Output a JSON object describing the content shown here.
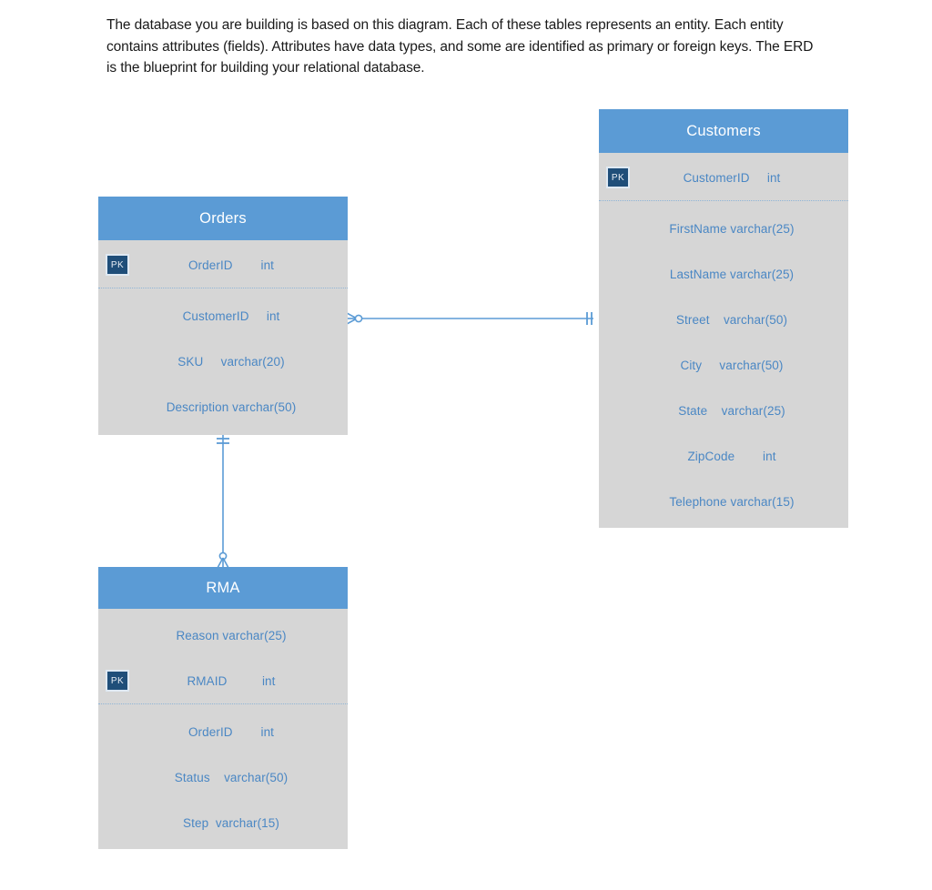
{
  "intro": {
    "text": "The database you are building is based on this diagram. Each of these tables represents an entity. Each entity contains attributes (fields). Attributes have data types, and some are identified as primary or foreign keys. The ERD is the blueprint for building your relational database."
  },
  "colors": {
    "header_blue": "#5b9bd5",
    "body_gray": "#d6d6d6",
    "field_text_blue": "#4a87c4",
    "pk_badge_navy": "#1f4e79",
    "connector_blue": "#5b9bd5",
    "page_background": "#ffffff"
  },
  "diagram": {
    "type": "erd",
    "notation": "crows-foot",
    "entities": [
      {
        "name": "Orders",
        "title": "Orders",
        "pk_badge_label": "PK",
        "fields": [
          {
            "name": "OrderID",
            "type": "int",
            "display": "OrderID        int",
            "key": "PK"
          },
          {
            "name": "CustomerID",
            "type": "int",
            "display": "CustomerID     int",
            "key": ""
          },
          {
            "name": "SKU",
            "type": "varchar(20)",
            "display": "SKU     varchar(20)",
            "key": ""
          },
          {
            "name": "Description",
            "type": "varchar(50)",
            "display": "Description varchar(50)",
            "key": ""
          }
        ]
      },
      {
        "name": "Customers",
        "title": "Customers",
        "pk_badge_label": "PK",
        "fields": [
          {
            "name": "CustomerID",
            "type": "int",
            "display": "CustomerID     int",
            "key": "PK"
          },
          {
            "name": "FirstName",
            "type": "varchar(25)",
            "display": "FirstName varchar(25)",
            "key": ""
          },
          {
            "name": "LastName",
            "type": "varchar(25)",
            "display": "LastName varchar(25)",
            "key": ""
          },
          {
            "name": "Street",
            "type": "varchar(50)",
            "display": "Street    varchar(50)",
            "key": ""
          },
          {
            "name": "City",
            "type": "varchar(50)",
            "display": "City     varchar(50)",
            "key": ""
          },
          {
            "name": "State",
            "type": "varchar(25)",
            "display": "State    varchar(25)",
            "key": ""
          },
          {
            "name": "ZipCode",
            "type": "int",
            "display": "ZipCode        int",
            "key": ""
          },
          {
            "name": "Telephone",
            "type": "varchar(15)",
            "display": "Telephone varchar(15)",
            "key": ""
          }
        ]
      },
      {
        "name": "RMA",
        "title": "RMA",
        "pk_badge_label": "PK",
        "fields": [
          {
            "name": "Reason",
            "type": "varchar(25)",
            "display": "Reason varchar(25)",
            "key": ""
          },
          {
            "name": "RMAID",
            "type": "int",
            "display": "RMAID          int",
            "key": "PK"
          },
          {
            "name": "OrderID",
            "type": "int",
            "display": "OrderID        int",
            "key": ""
          },
          {
            "name": "Status",
            "type": "varchar(50)",
            "display": "Status    varchar(50)",
            "key": ""
          },
          {
            "name": "Step",
            "type": "varchar(15)",
            "display": "Step  varchar(15)",
            "key": ""
          }
        ]
      }
    ],
    "relationships": [
      {
        "from": "Orders",
        "to": "Customers",
        "from_cardinality": "zero-or-many",
        "to_cardinality": "exactly-one"
      },
      {
        "from": "Orders",
        "to": "RMA",
        "from_cardinality": "exactly-one",
        "to_cardinality": "zero-or-many"
      }
    ]
  }
}
